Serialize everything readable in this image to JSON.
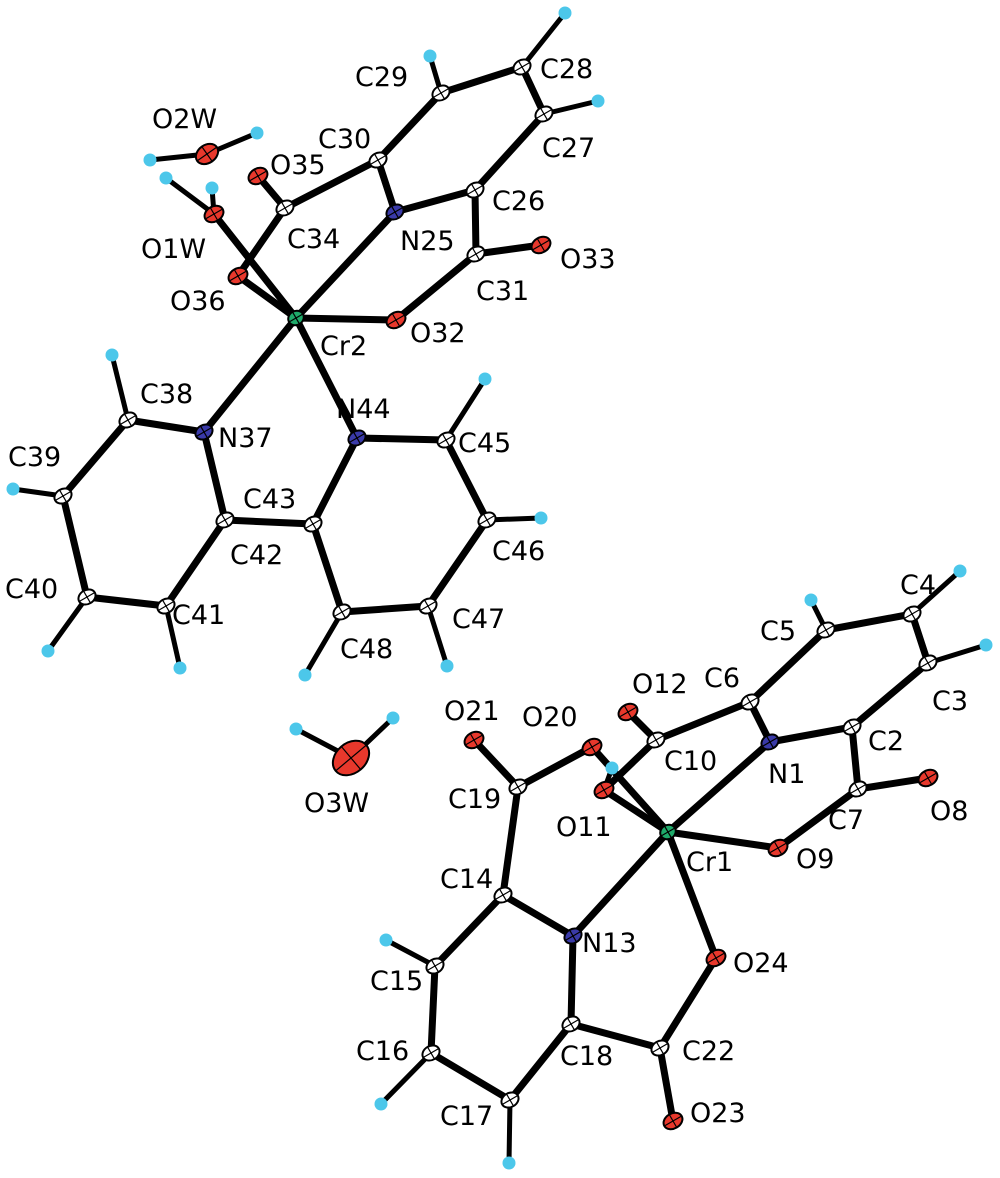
{
  "colors": {
    "C": "#ffffff",
    "N": "#3a3aa8",
    "O": "#e8382c",
    "Cr": "#1faa6a",
    "H": "#4cc7ea",
    "bond": "#000000"
  },
  "atoms": [
    {
      "id": "Cr1",
      "el": "Cr",
      "label": "Cr1"
    },
    {
      "id": "N1",
      "el": "N",
      "label": "N1"
    },
    {
      "id": "C2",
      "el": "C",
      "label": "C2"
    },
    {
      "id": "C3",
      "el": "C",
      "label": "C3"
    },
    {
      "id": "C4",
      "el": "C",
      "label": "C4"
    },
    {
      "id": "C5",
      "el": "C",
      "label": "C5"
    },
    {
      "id": "C6",
      "el": "C",
      "label": "C6"
    },
    {
      "id": "C7",
      "el": "C",
      "label": "C7"
    },
    {
      "id": "O8",
      "el": "O",
      "label": "O8"
    },
    {
      "id": "O9",
      "el": "O",
      "label": "O9"
    },
    {
      "id": "C10",
      "el": "C",
      "label": "C10"
    },
    {
      "id": "O11",
      "el": "O",
      "label": "O11"
    },
    {
      "id": "O12",
      "el": "O",
      "label": "O12"
    },
    {
      "id": "N13",
      "el": "N",
      "label": "N13"
    },
    {
      "id": "C14",
      "el": "C",
      "label": "C14"
    },
    {
      "id": "C15",
      "el": "C",
      "label": "C15"
    },
    {
      "id": "C16",
      "el": "C",
      "label": "C16"
    },
    {
      "id": "C17",
      "el": "C",
      "label": "C17"
    },
    {
      "id": "C18",
      "el": "C",
      "label": "C18"
    },
    {
      "id": "C19",
      "el": "C",
      "label": "C19"
    },
    {
      "id": "O20",
      "el": "O",
      "label": "O20"
    },
    {
      "id": "O21",
      "el": "O",
      "label": "O21"
    },
    {
      "id": "C22",
      "el": "C",
      "label": "C22"
    },
    {
      "id": "O23",
      "el": "O",
      "label": "O23"
    },
    {
      "id": "O24",
      "el": "O",
      "label": "O24"
    },
    {
      "id": "Cr2",
      "el": "Cr",
      "label": "Cr2"
    },
    {
      "id": "N25",
      "el": "N",
      "label": "N25"
    },
    {
      "id": "C26",
      "el": "C",
      "label": "C26"
    },
    {
      "id": "C27",
      "el": "C",
      "label": "C27"
    },
    {
      "id": "C28",
      "el": "C",
      "label": "C28"
    },
    {
      "id": "C29",
      "el": "C",
      "label": "C29"
    },
    {
      "id": "C30",
      "el": "C",
      "label": "C30"
    },
    {
      "id": "C31",
      "el": "C",
      "label": "C31"
    },
    {
      "id": "O32",
      "el": "O",
      "label": "O32"
    },
    {
      "id": "O33",
      "el": "O",
      "label": "O33"
    },
    {
      "id": "C34",
      "el": "C",
      "label": "C34"
    },
    {
      "id": "O35",
      "el": "O",
      "label": "O35"
    },
    {
      "id": "O36",
      "el": "O",
      "label": "O36"
    },
    {
      "id": "N37",
      "el": "N",
      "label": "N37"
    },
    {
      "id": "C38",
      "el": "C",
      "label": "C38"
    },
    {
      "id": "C39",
      "el": "C",
      "label": "C39"
    },
    {
      "id": "C40",
      "el": "C",
      "label": "C40"
    },
    {
      "id": "C41",
      "el": "C",
      "label": "C41"
    },
    {
      "id": "C42",
      "el": "C",
      "label": "C42"
    },
    {
      "id": "C43",
      "el": "C",
      "label": "C43"
    },
    {
      "id": "N44",
      "el": "N",
      "label": "N44"
    },
    {
      "id": "C45",
      "el": "C",
      "label": "C45"
    },
    {
      "id": "C46",
      "el": "C",
      "label": "C46"
    },
    {
      "id": "C47",
      "el": "C",
      "label": "C47"
    },
    {
      "id": "C48",
      "el": "C",
      "label": "C48"
    },
    {
      "id": "O1W",
      "el": "O",
      "label": "O1W"
    },
    {
      "id": "O2W",
      "el": "O",
      "label": "O2W"
    },
    {
      "id": "O3W",
      "el": "O",
      "label": "O3W"
    }
  ],
  "bonds": [
    [
      "Cr1",
      "N1"
    ],
    [
      "Cr1",
      "O9"
    ],
    [
      "Cr1",
      "N13"
    ],
    [
      "Cr1",
      "O24"
    ],
    [
      "Cr1",
      "O20"
    ],
    [
      "Cr1",
      "O11"
    ],
    [
      "N1",
      "C2"
    ],
    [
      "N1",
      "C6"
    ],
    [
      "C2",
      "C3"
    ],
    [
      "C3",
      "C4"
    ],
    [
      "C4",
      "C5"
    ],
    [
      "C5",
      "C6"
    ],
    [
      "C2",
      "C7"
    ],
    [
      "C7",
      "O8"
    ],
    [
      "C7",
      "O9"
    ],
    [
      "C6",
      "C10"
    ],
    [
      "C10",
      "O12"
    ],
    [
      "C10",
      "O11"
    ],
    [
      "N13",
      "C14"
    ],
    [
      "C14",
      "C15"
    ],
    [
      "C15",
      "C16"
    ],
    [
      "C16",
      "C17"
    ],
    [
      "C17",
      "C18"
    ],
    [
      "C18",
      "N13"
    ],
    [
      "C14",
      "C19"
    ],
    [
      "C19",
      "O21"
    ],
    [
      "C19",
      "O20"
    ],
    [
      "C18",
      "C22"
    ],
    [
      "C22",
      "O23"
    ],
    [
      "C22",
      "O24"
    ],
    [
      "Cr2",
      "N25"
    ],
    [
      "Cr2",
      "O32"
    ],
    [
      "Cr2",
      "O36"
    ],
    [
      "Cr2",
      "N37"
    ],
    [
      "Cr2",
      "N44"
    ],
    [
      "Cr2",
      "O1W"
    ],
    [
      "N25",
      "C26"
    ],
    [
      "N25",
      "C30"
    ],
    [
      "C26",
      "C27"
    ],
    [
      "C27",
      "C28"
    ],
    [
      "C28",
      "C29"
    ],
    [
      "C29",
      "C30"
    ],
    [
      "C26",
      "C31"
    ],
    [
      "C31",
      "O33"
    ],
    [
      "C31",
      "O32"
    ],
    [
      "C30",
      "C34"
    ],
    [
      "C34",
      "O35"
    ],
    [
      "C34",
      "O36"
    ],
    [
      "N37",
      "C38"
    ],
    [
      "C38",
      "C39"
    ],
    [
      "C39",
      "C40"
    ],
    [
      "C40",
      "C41"
    ],
    [
      "C41",
      "C42"
    ],
    [
      "C42",
      "N37"
    ],
    [
      "C42",
      "C43"
    ],
    [
      "C43",
      "N44"
    ],
    [
      "N44",
      "C45"
    ],
    [
      "C45",
      "C46"
    ],
    [
      "C46",
      "C47"
    ],
    [
      "C47",
      "C48"
    ],
    [
      "C48",
      "C43"
    ]
  ]
}
